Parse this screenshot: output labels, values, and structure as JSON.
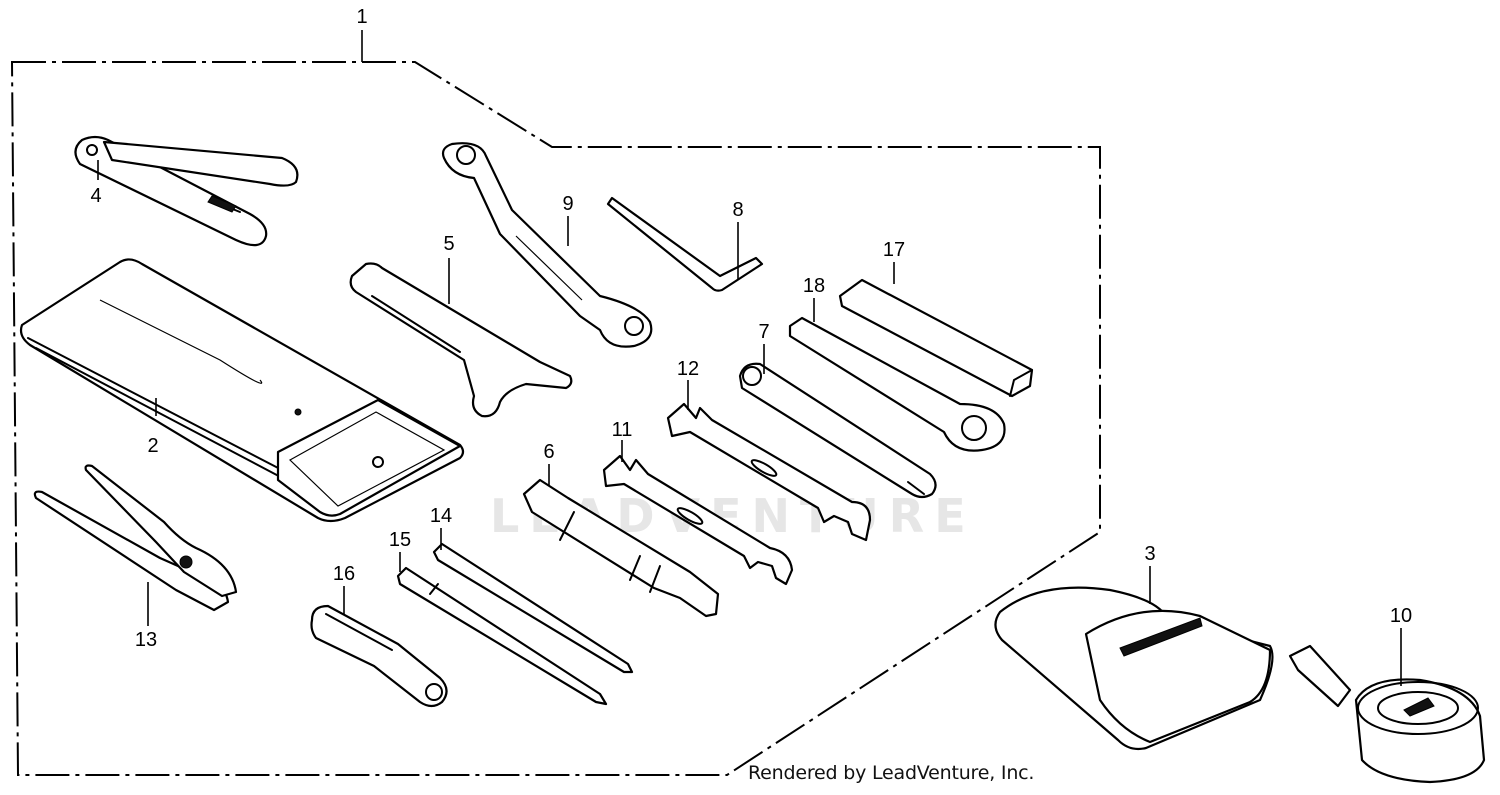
{
  "watermark": "LEADVENTURE",
  "credit": "Rendered by LeadVenture, Inc.",
  "callouts": {
    "c1": "1",
    "c2": "2",
    "c3": "3",
    "c4": "4",
    "c5": "5",
    "c6": "6",
    "c7": "7",
    "c8": "8",
    "c9": "9",
    "c10": "10",
    "c11": "11",
    "c12": "12",
    "c13": "13",
    "c14": "14",
    "c15": "15",
    "c16": "16",
    "c17": "17",
    "c18": "18"
  }
}
